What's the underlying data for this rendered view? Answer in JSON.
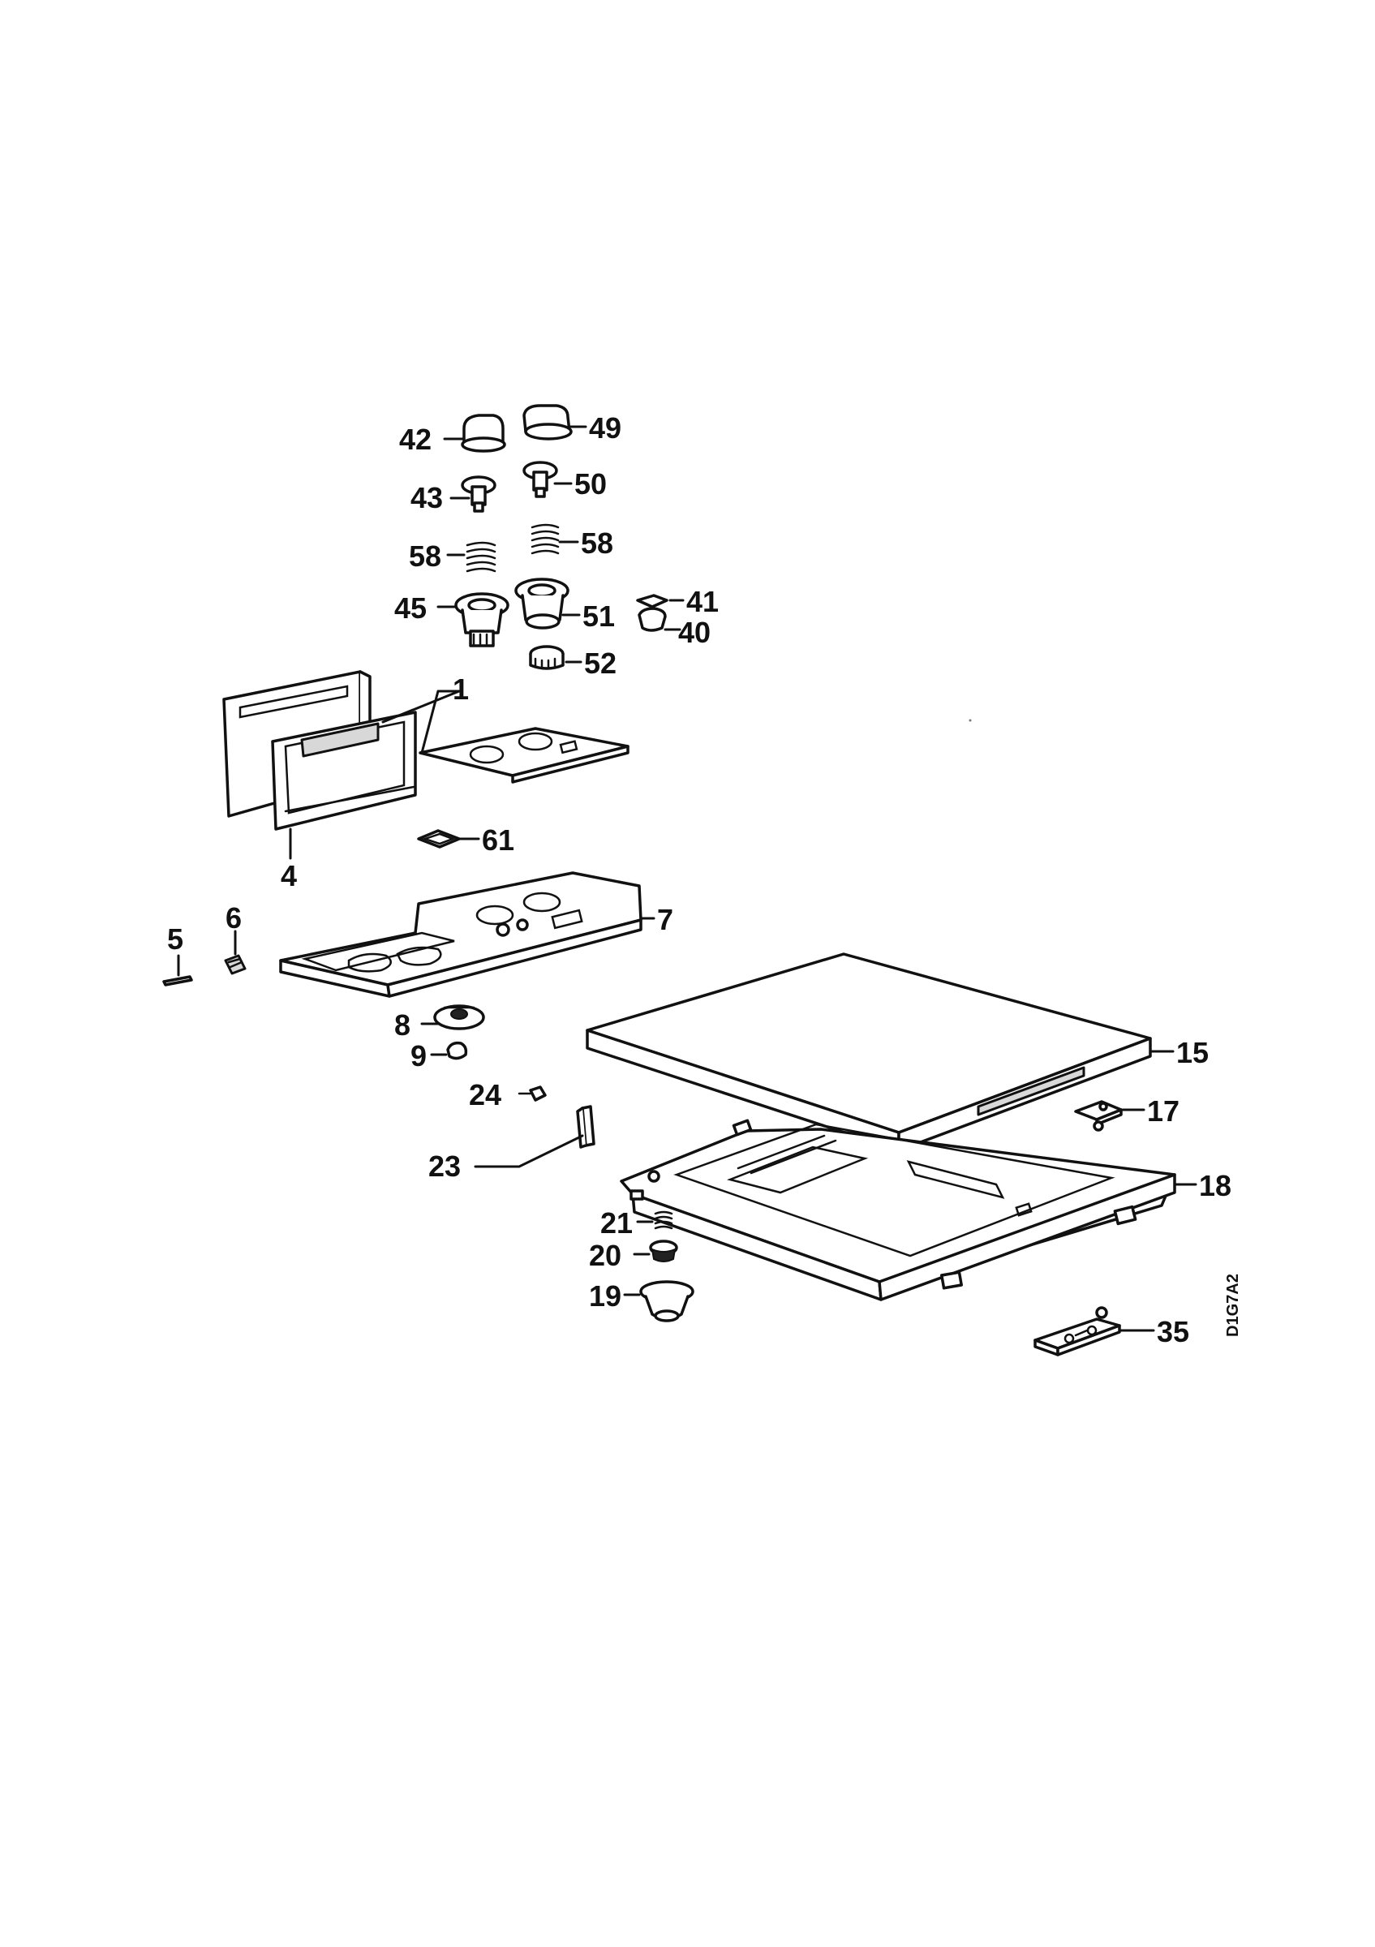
{
  "diagram": {
    "drawing_code": "D1G7A2",
    "callouts": {
      "p42": "42",
      "p49": "49",
      "p43": "43",
      "p50": "50",
      "p58a": "58",
      "p58b": "58",
      "p45": "45",
      "p51": "51",
      "p41": "41",
      "p40": "40",
      "p52": "52",
      "p1": "1",
      "p61": "61",
      "p4": "4",
      "p5": "5",
      "p6": "6",
      "p7": "7",
      "p15": "15",
      "p8": "8",
      "p9": "9",
      "p24": "24",
      "p17": "17",
      "p23": "23",
      "p18": "18",
      "p21": "21",
      "p20": "20",
      "p19": "19",
      "p35": "35"
    }
  }
}
